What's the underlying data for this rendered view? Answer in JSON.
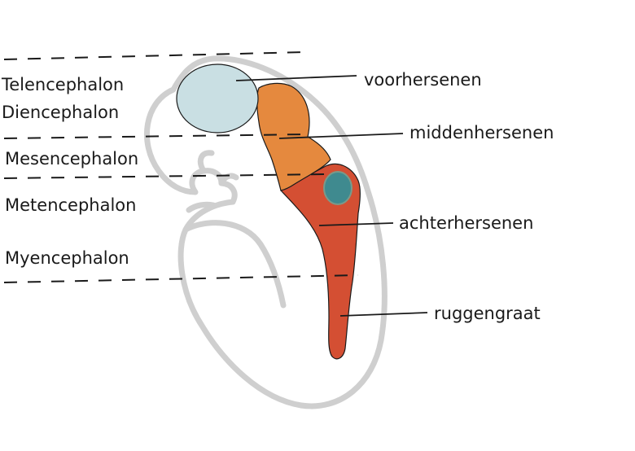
{
  "left_labels": {
    "telencephalon": "Telencephalon",
    "diencephalon": "Diencephalon",
    "mesencephalon": "Mesencephalon",
    "metencephalon": "Metencephalon",
    "myencephalon": "Myencephalon"
  },
  "right_labels": {
    "forebrain": "voorhersenen",
    "midbrain": "middenhersenen",
    "hindbrain": "achterhersenen",
    "spinal_cord": "ruggengraat"
  },
  "colors": {
    "forebrain": "#c9dfe3",
    "midbrain": "#e5893e",
    "hindbrain": "#d44f33",
    "eye_spot": "#3f8a8f",
    "embryo_outline": "#cfcfcf",
    "line": "#1a1a1a"
  }
}
